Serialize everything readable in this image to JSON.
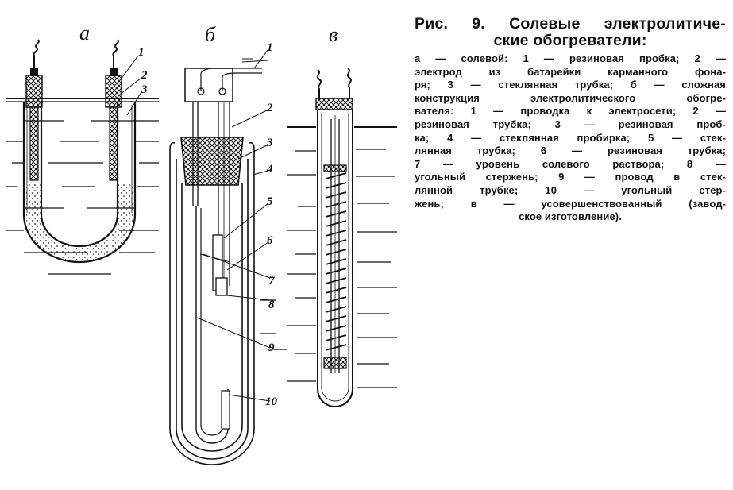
{
  "figure": {
    "panel_labels": {
      "a": "а",
      "b": "б",
      "v": "в"
    },
    "callouts_a": [
      "1",
      "2",
      "3"
    ],
    "callouts_b": [
      "1",
      "2",
      "3",
      "4",
      "5",
      "6",
      "7",
      "8",
      "9",
      "10"
    ]
  },
  "caption": {
    "title_line1": "Рис. 9. Солевые электролитиче-",
    "title_line2": "ские обогреватели:",
    "body_lines": [
      "а — солевой: 1 — резиновая пробка; 2 —",
      "электрод из батарейки карманного фона-",
      "ря; 3 — стеклянная трубка; б — сложная",
      "конструкция электролитического обогре-",
      "вателя: 1 — проводка к электросети; 2 —",
      "резиновая трубка; 3 — резиновая проб-",
      "ка; 4 — стеклянная пробирка; 5 — стек-",
      "лянная трубка; 6 — резиновая трубка;",
      "7 — уровень солевого раствора; 8 —",
      "угольный стержень; 9 — провод в стек-",
      "лянной трубке; 10 — угольный стер-",
      "жень; в — усовершенствованный (завод-",
      "ское изготовление)."
    ]
  }
}
